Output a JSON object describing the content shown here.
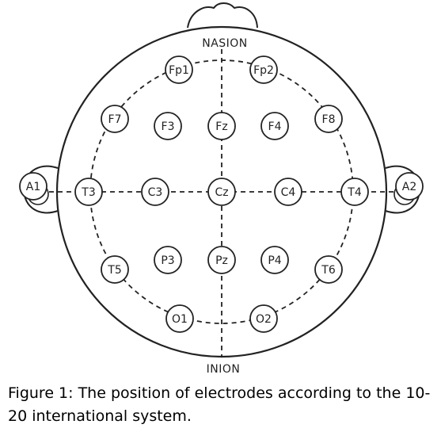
{
  "diagram": {
    "landmarks": {
      "top": "NASION",
      "bottom": "INION"
    },
    "electrodes": [
      {
        "id": "fp1",
        "label": "Fp1"
      },
      {
        "id": "fp2",
        "label": "Fp2"
      },
      {
        "id": "f7",
        "label": "F7"
      },
      {
        "id": "f3",
        "label": "F3"
      },
      {
        "id": "fz",
        "label": "Fz"
      },
      {
        "id": "f4",
        "label": "F4"
      },
      {
        "id": "f8",
        "label": "F8"
      },
      {
        "id": "a1",
        "label": "A1"
      },
      {
        "id": "t3",
        "label": "T3"
      },
      {
        "id": "c3",
        "label": "C3"
      },
      {
        "id": "cz",
        "label": "Cz"
      },
      {
        "id": "c4",
        "label": "C4"
      },
      {
        "id": "t4",
        "label": "T4"
      },
      {
        "id": "a2",
        "label": "A2"
      },
      {
        "id": "t5",
        "label": "T5"
      },
      {
        "id": "p3",
        "label": "P3"
      },
      {
        "id": "pz",
        "label": "Pz"
      },
      {
        "id": "p4",
        "label": "P4"
      },
      {
        "id": "t6",
        "label": "T6"
      },
      {
        "id": "o1",
        "label": "O1"
      },
      {
        "id": "o2",
        "label": "O2"
      }
    ]
  },
  "caption": {
    "text": "Figure 1: The position of electrodes according to the 10-20 international system."
  }
}
